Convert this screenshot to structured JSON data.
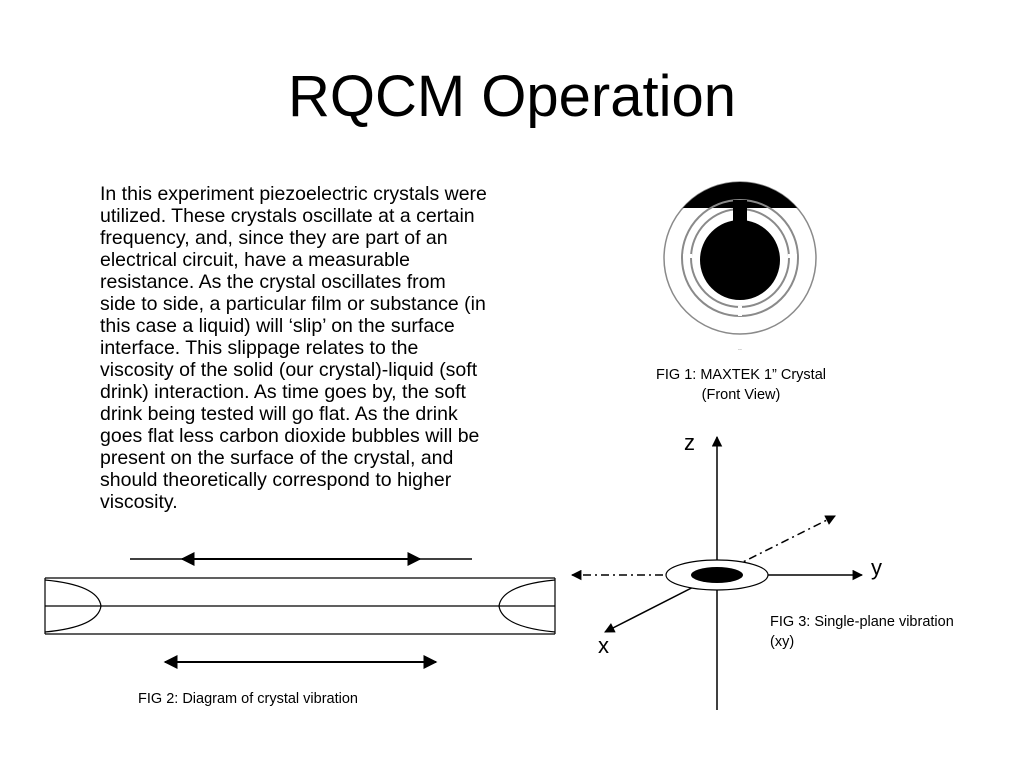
{
  "slide": {
    "title": "RQCM Operation",
    "body": "In this experiment piezoelectric crystals were\nutilized.  These crystals oscillate at a certain\nfrequency, and, since they are part of an\nelectrical circuit, have a measurable\nresistance.  As the crystal oscillates from\nside to side, a particular film or substance (in\nthis case a liquid) will ‘slip’ on the surface\ninterface.  This slippage relates to the\nviscosity of the solid (our crystal)-liquid (soft\ndrink) interaction.  As time goes by, the soft\ndrink being tested will go flat.  As the drink\ngoes flat less carbon dioxide bubbles will be\npresent on the surface of the crystal, and\nshould theoretically correspond to higher\nviscosity."
  },
  "figures": {
    "fig1_caption": "FIG 1: MAXTEK 1” Crystal\n(Front View)",
    "fig2_caption": "FIG 2: Diagram of crystal vibration",
    "fig3_caption": "FIG 3:  Single-plane vibration\n           (xy)",
    "axis_z": "z",
    "axis_y": "y",
    "axis_x": "x"
  },
  "colors": {
    "ink": "#000000",
    "background": "#ffffff",
    "ring_gray": "#8a8a8a"
  }
}
